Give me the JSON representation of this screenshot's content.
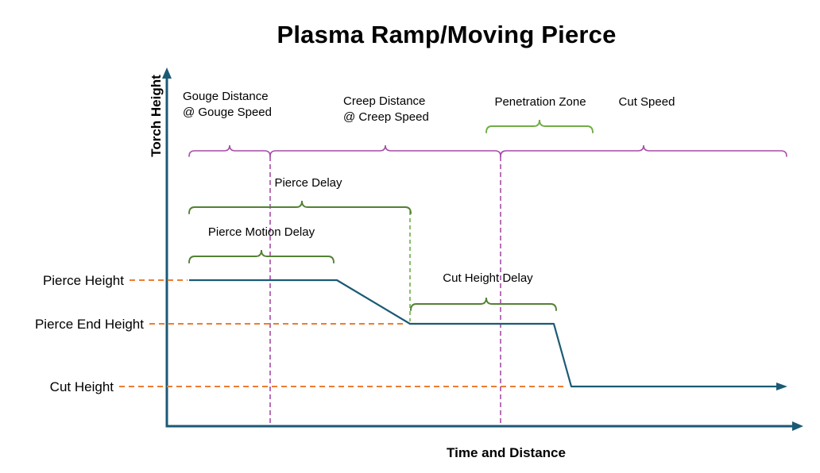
{
  "title": "Plasma Ramp/Moving Pierce",
  "axes": {
    "y_label": "Torch Height",
    "x_label": "Time and Distance"
  },
  "height_levels": {
    "pierce_height": "Pierce Height",
    "pierce_end_height": "Pierce End Height",
    "cut_height": "Cut Height"
  },
  "phases": {
    "gouge": {
      "line1": "Gouge Distance",
      "line2": "@ Gouge Speed"
    },
    "creep": {
      "line1": "Creep Distance",
      "line2": "@ Creep Speed"
    },
    "penetration_zone": "Penetration Zone",
    "cut_speed": "Cut Speed"
  },
  "delays": {
    "pierce_delay": "Pierce Delay",
    "pierce_motion_delay": "Pierce Motion Delay",
    "cut_height_delay": "Cut Height Delay"
  },
  "colors": {
    "axis": "#1b5a75",
    "orange": "#ed7d31",
    "purple": "#a64ca6",
    "green_dark": "#538135",
    "green_light": "#70ad47"
  }
}
